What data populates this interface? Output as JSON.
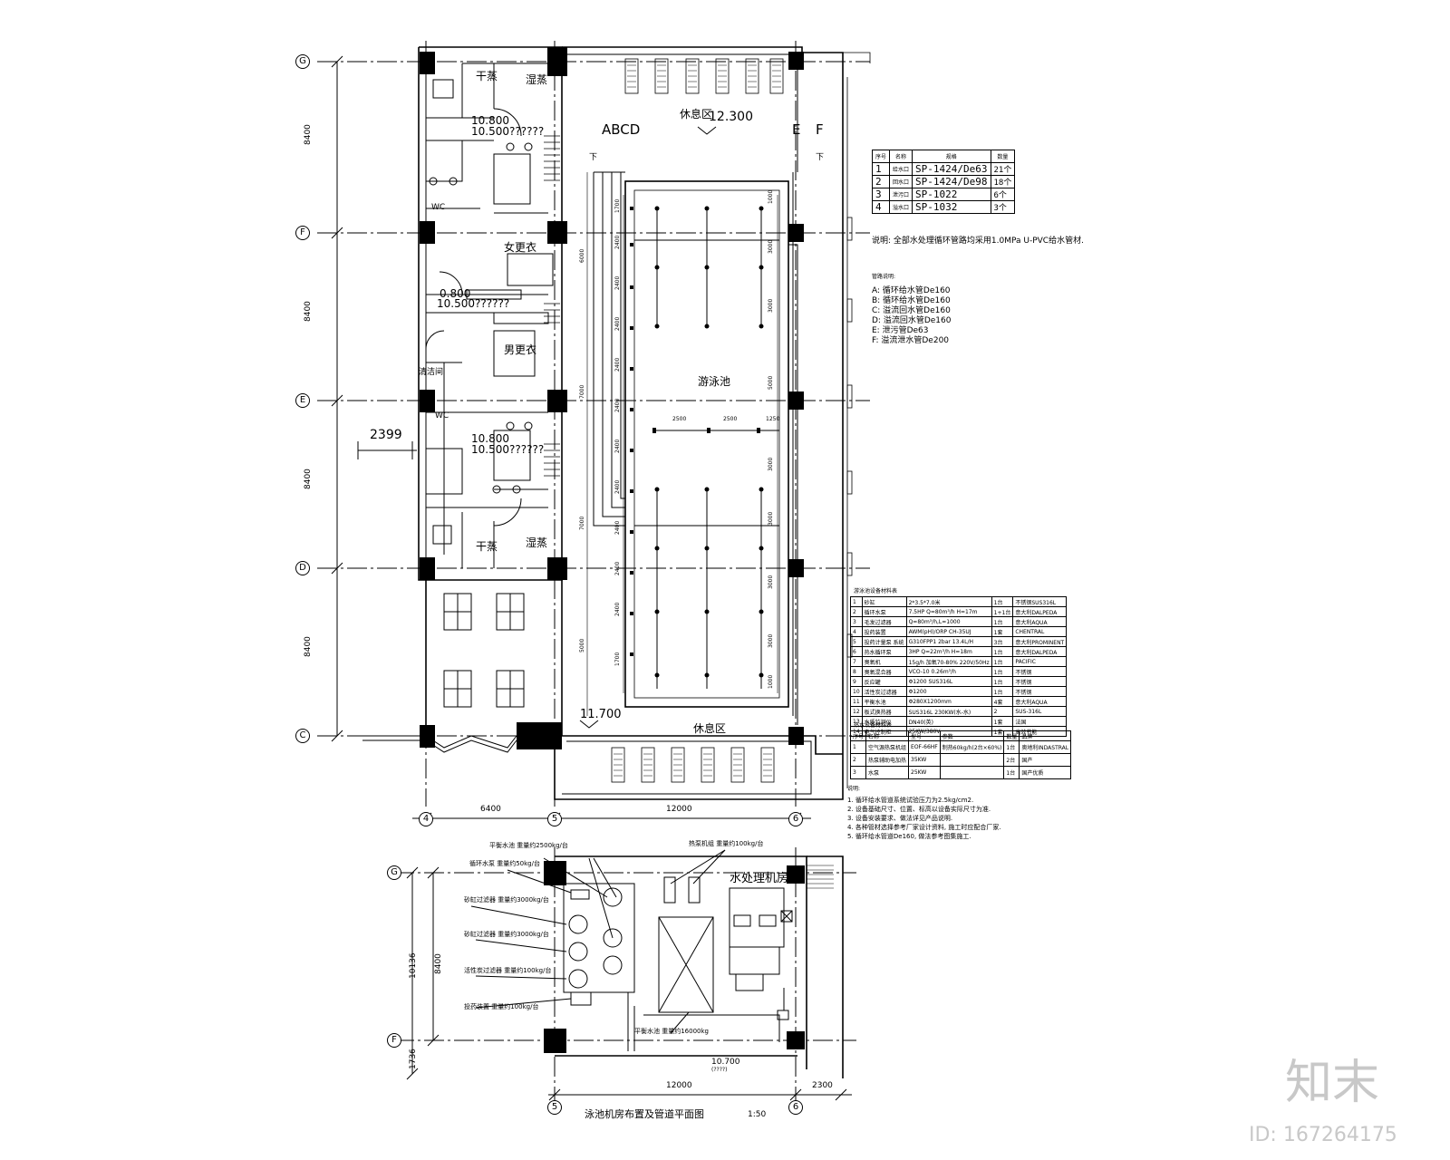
{
  "grid": {
    "rows": [
      "G",
      "F",
      "E",
      "D",
      "C"
    ],
    "cols": [
      "4",
      "5",
      "6"
    ],
    "left_dims": [
      "8400",
      "8400",
      "8400",
      "8400"
    ],
    "bottom_dims": [
      "6400",
      "12000"
    ],
    "lower_rows": [
      "G",
      "F"
    ],
    "lower_cols": [
      "5",
      "6"
    ],
    "lower_left_dims": [
      "8400",
      "10136",
      "1736"
    ],
    "lower_bottom_dims": [
      "12000",
      "2300"
    ]
  },
  "upper_plan": {
    "rooms": {
      "dry_sauna_top": "干蒸",
      "wet_sauna_top": "湿蒸",
      "rest_area_top": "休息区",
      "level_rest_top": "12.300",
      "abcd": "ABCD",
      "e": "E",
      "f": "F",
      "down_1": "下",
      "down_2": "下",
      "wc_1": "WC",
      "wc_2": "WC",
      "female_change": "女更衣",
      "male_change": "男更衣",
      "cleaning": "清洁间",
      "pool": "游泳池",
      "dry_sauna_bottom": "干蒸",
      "wet_sauna_bottom": "湿蒸",
      "rest_area_bottom": "休息区",
      "level_rest_bottom": "11.700",
      "level_a1": "10.800",
      "level_a2": "10.500??????",
      "level_b1": "0.800",
      "level_b2": "10.500??????",
      "level_c1": "10.800",
      "level_c2": "10.500??????",
      "dim_2399": "2399"
    },
    "pool_dims_left": [
      "1700",
      "2400",
      "2400",
      "2400",
      "2400",
      "2400",
      "2400",
      "2400",
      "2400",
      "2400",
      "2400",
      "1700"
    ],
    "pool_dims_right": [
      "1000",
      "3000",
      "3000",
      "5000",
      "3000",
      "3000",
      "3000",
      "3000",
      "1000"
    ],
    "pool_dims_mid": [
      "2500",
      "2500",
      "1250"
    ],
    "walkway_dims": [
      "6000",
      "7000",
      "7000",
      "5000"
    ]
  },
  "legend_table": {
    "headers": [
      "序号",
      "名称",
      "规格",
      "数量"
    ],
    "rows": [
      [
        "1",
        "给水口",
        "SP-1424/De63",
        "21个"
      ],
      [
        "2",
        "回水口",
        "SP-1424/De98",
        "18个"
      ],
      [
        "3",
        "泄污口",
        "SP-1022",
        "6个"
      ],
      [
        "4",
        "溢水口",
        "SP-1032",
        "3个"
      ]
    ]
  },
  "note_material": "说明: 全部水处理循环管路均采用1.0MPa U-PVC给水管材.",
  "pipe_legend_title": "管路说明:",
  "pipe_legend": [
    "A: 循环给水管De160",
    "B: 循环给水管De160",
    "C: 溢流回水管De160",
    "D: 溢流回水管De160",
    "E: 泄污管De63",
    "F: 溢流泄水管De200"
  ],
  "equipment_table": {
    "caption": "游泳池设备材料表",
    "rows": [
      [
        "1",
        "砂缸",
        "2*3.5*7.0米",
        "1台",
        "不锈钢SUS316L"
      ],
      [
        "2",
        "循环水泵",
        "7.5HP Q=80m³/h H=17m",
        "1+1台",
        "意大利DALPEDA"
      ],
      [
        "3",
        "毛发过滤器",
        "Q=80m³/h,L=1000",
        "1台",
        "意大利AQUA"
      ],
      [
        "4",
        "投药装置",
        "AWM(pH)/ORP CH-35UJ",
        "1套",
        "CHENTRAL"
      ],
      [
        "5",
        "投药计量泵 系统",
        "G310FPP1 2bar 13.4L/H",
        "3台",
        "意大利PROMINENT"
      ],
      [
        "6",
        "热水循环泵",
        "3HP Q=22m³/h H=18m",
        "1台",
        "意大利DALPEDA"
      ],
      [
        "7",
        "臭氧机",
        "15g/h 加氧70-80% 220V/50Hz",
        "1台",
        "PACIFIC"
      ],
      [
        "8",
        "臭氧混合器",
        "VCO-10 0.26m³/h",
        "1台",
        "不锈钢"
      ],
      [
        "9",
        "反应罐",
        "Φ1200 SUS316L",
        "1台",
        "不锈钢"
      ],
      [
        "10",
        "活性炭过滤器",
        "Φ1200",
        "1台",
        "不锈钢"
      ],
      [
        "11",
        "平衡水池",
        "Φ280X1200mm",
        "4套",
        "意大利AQUA"
      ],
      [
        "12",
        "板式换热器",
        "SUS316L 230KW(水-水)",
        "2",
        "SUS-316L"
      ],
      [
        "13",
        "水质监测仪",
        "DN40(英)",
        "1套",
        "法国"
      ],
      [
        "14",
        "电气控制柜",
        "25KW/380V",
        "1套",
        "高效节能"
      ]
    ]
  },
  "equipment_table2": {
    "caption": "热水设备材料表",
    "headers": [
      "序号",
      "名称",
      "型号",
      "参数",
      "数量",
      "品牌"
    ],
    "rows": [
      [
        "1",
        "空气源热泵机组",
        "EOF-66HF",
        "制热60kg/h(2台×60%)",
        "1台",
        "奥地利INDASTRAL"
      ],
      [
        "2",
        "热泵辅助电加热",
        "35KW",
        "",
        "2台",
        "国产"
      ],
      [
        "3",
        "水泵",
        "25KW",
        "",
        "1台",
        "国产优质"
      ]
    ]
  },
  "notes_title": "说明:",
  "notes": [
    "1. 循环给水管道系统试验压力为2.5kg/cm2.",
    "2. 设备基础尺寸、位置、标高以设备实际尺寸为准.",
    "3. 设备安装要求、做法详见产品说明.",
    "4. 各种管材选择参考厂家设计资料, 施工时应配合厂家.",
    "5. 循环给水管道De160, 做法参考图集施工."
  ],
  "lower_plan": {
    "title": "泳池机房布置及管道平面图",
    "scale": "1:50",
    "room": "水处理机房",
    "level": "10.700",
    "level_note": "(????)",
    "callouts": [
      "平衡水池 重量约2500kg/台",
      "循环水泵 重量约50kg/台",
      "砂缸过滤器 重量约3000kg/台",
      "砂缸过滤器 重量约3000kg/台",
      "活性炭过滤器 重量约100kg/台",
      "投药装置 重量约100kg/台",
      "热泵机组 重量约100kg/台",
      "平衡水池 重量约16000kg"
    ]
  },
  "watermark": {
    "logo": "知末",
    "id": "ID: 167264175"
  }
}
